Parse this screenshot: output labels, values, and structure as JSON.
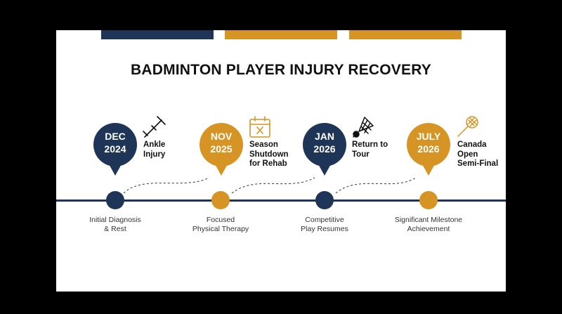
{
  "title": "BADMINTON PLAYER INJURY RECOVERY",
  "colors": {
    "navy": "#1f3558",
    "gold": "#d69424",
    "line": "#1f3558"
  },
  "milestones": [
    {
      "month": "DEC",
      "year": "2024",
      "label_lines": [
        "Ankle",
        "Injury"
      ],
      "caption_lines": [
        "Initial Diagnosis",
        "& Rest"
      ],
      "icon": "crutch-icon",
      "color": "#1f3558"
    },
    {
      "month": "NOV",
      "year": "2025",
      "label_lines": [
        "Season",
        "Shutdown",
        "for Rehab"
      ],
      "caption_lines": [
        "Focused",
        "Physical Therapy"
      ],
      "icon": "calendar-x-icon",
      "color": "#d69424"
    },
    {
      "month": "JAN",
      "year": "2026",
      "label_lines": [
        "Return to",
        "Tour"
      ],
      "caption_lines": [
        "Competitive",
        "Play Resumes"
      ],
      "icon": "shuttlecock-icon",
      "color": "#1f3558"
    },
    {
      "month": "JULY",
      "year": "2026",
      "label_lines": [
        "Canada",
        "Open",
        "Semi-Final"
      ],
      "caption_lines": [
        "Significant Milestone",
        "Achievement"
      ],
      "icon": "racket-icon",
      "color": "#d69424"
    }
  ]
}
